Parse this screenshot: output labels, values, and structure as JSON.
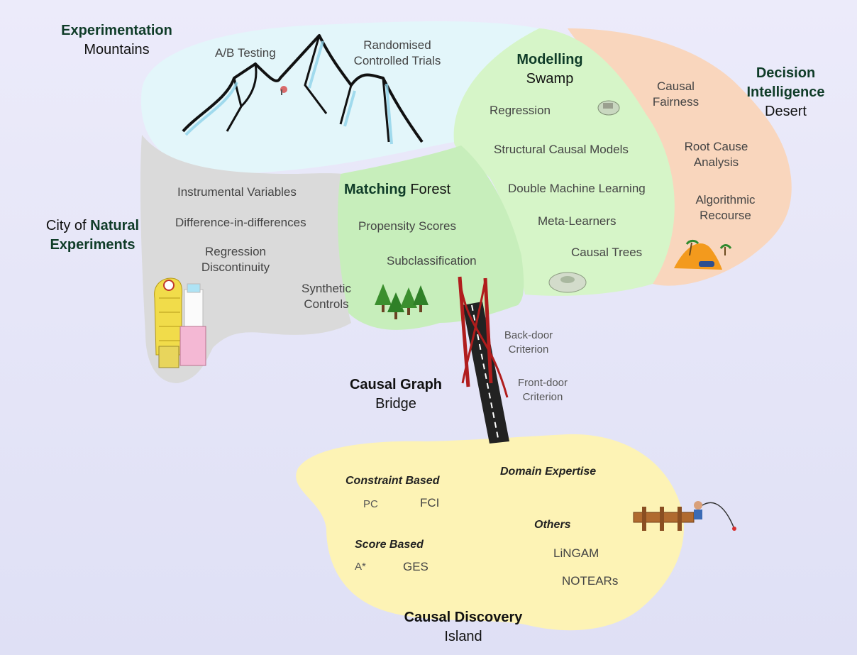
{
  "regions": {
    "mountains": {
      "title_bold": "Experimentation",
      "title_rest": "Mountains",
      "items": [
        "A/B Testing",
        "Randomised\nControlled Trials"
      ]
    },
    "swamp": {
      "title_bold": "Modelling",
      "title_rest": "Swamp",
      "items": [
        "Regression",
        "Structural Causal Models",
        "Double Machine Learning",
        "Meta-Learners",
        "Causal Trees"
      ]
    },
    "desert": {
      "title_line1": "Decision",
      "title_bold": "Intelligence",
      "title_rest": "Desert",
      "items": [
        "Causal\nFairness",
        "Root Cause\nAnalysis",
        "Algorithmic\nRecourse"
      ]
    },
    "city": {
      "title_prefix": "City of ",
      "title_bold": "Natural",
      "title_bold2": "Experiments",
      "items": [
        "Instrumental Variables",
        "Difference-in-differences",
        "Regression\nDiscontinuity",
        "Synthetic\nControls"
      ]
    },
    "forest": {
      "title_bold": "Matching",
      "title_rest": " Forest",
      "items": [
        "Propensity Scores",
        "Subclassification"
      ]
    },
    "bridge": {
      "title_bold": "Causal Graph",
      "title_rest": "Bridge",
      "items": [
        "Back-door\nCriterion",
        "Front-door\nCriterion"
      ]
    },
    "island": {
      "title_bold": "Causal Discovery",
      "title_rest": "Island",
      "groups": {
        "constraint": "Constraint Based",
        "score": "Score Based",
        "domain": "Domain Expertise",
        "others": "Others"
      },
      "items": {
        "pc": "PC",
        "fci": "FCI",
        "astar": "A*",
        "ges": "GES",
        "lingam": "LiNGAM",
        "notears": "NOTEARs"
      }
    }
  },
  "colors": {
    "mountains": "#e4f7fb",
    "swamp": "#d8f7cc",
    "desert": "#fad8bf",
    "city": "#dcdcdc",
    "forest": "#c9f0bd",
    "island": "#fdf4b8",
    "bridge": "#b01d1d"
  }
}
